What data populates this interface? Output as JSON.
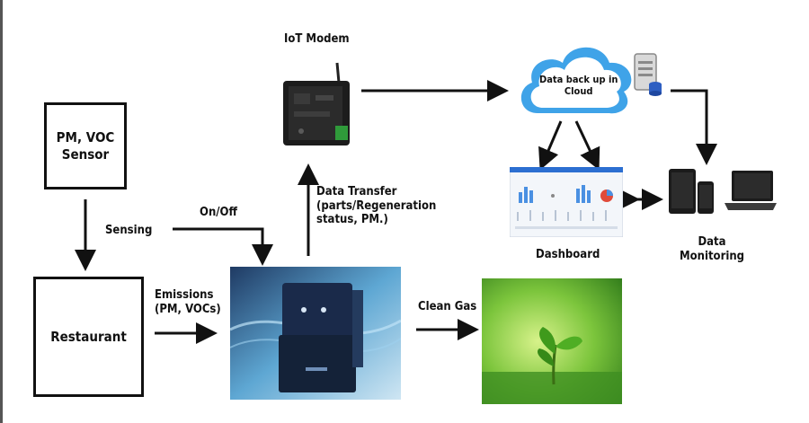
{
  "nodes": {
    "sensor": "PM, VOC\nSensor",
    "restaurant": "Restaurant",
    "iot_modem": "IoT Modem",
    "cloud": "Data back up in\nCloud",
    "dashboard": "Dashboard",
    "data_monitoring": "Data\nMonitoring"
  },
  "edges": {
    "sensing": "Sensing",
    "on_off": "On/Off",
    "emissions": "Emissions\n(PM, VOCs)",
    "data_transfer": "Data Transfer\n(parts/Regeneration\nstatus, PM.)",
    "clean_gas": "Clean Gas"
  },
  "colors": {
    "cloud_fill": "#3fa3e8",
    "device_fill": "#1a2a4a",
    "nature_green": "#5fb833",
    "arrow": "#111111"
  }
}
